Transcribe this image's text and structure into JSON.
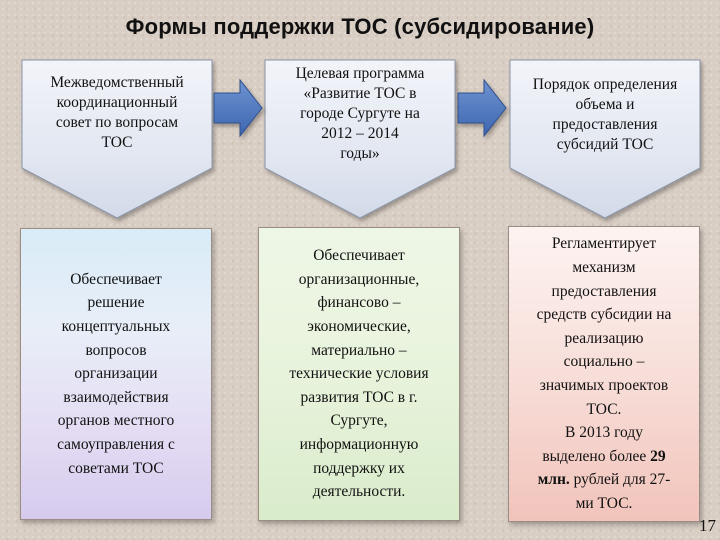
{
  "title": "Формы поддержки ТОС (субсидирование)",
  "columns": [
    {
      "header": [
        "Межведомственный",
        "координационный",
        "совет по вопросам",
        "ТОС"
      ],
      "body": [
        "Обеспечивает",
        "решение",
        "концептуальных",
        "вопросов",
        "организации",
        "взаимодействия",
        "органов местного",
        "самоуправления с",
        "советами ТОС"
      ]
    },
    {
      "header": [
        "Целевая программа",
        "«Развитие ТОС в",
        "городе Сургуте на",
        "2012 – 2014",
        "годы»"
      ],
      "body": [
        "Обеспечивает",
        "организационные,",
        "финансово –",
        "экономические,",
        "материально –",
        "технические условия",
        "развития ТОС в г.",
        "Сургуте,",
        "информационную",
        "поддержку их",
        "деятельности."
      ]
    },
    {
      "header": [
        "Порядок определения",
        "объема и",
        "предоставления",
        "субсидий ТОС"
      ],
      "body": [
        "Регламентирует",
        "механизм",
        "предоставления",
        "средств субсидии на",
        "реализацию",
        "социально –",
        "значимых проектов",
        "ТОС.",
        "В 2013 году"
      ],
      "body_bold_a": "выделено более ",
      "bold_1": "29",
      "bold_2": "млн.",
      "body_tail_a": " рублей для 27-",
      "body_tail_b": "ми ТОС."
    }
  ],
  "page_number": "17",
  "colors": {
    "background": "#d9cec4",
    "header_fill": "#dde4f0",
    "arrow_fill": "#4a74bd"
  }
}
